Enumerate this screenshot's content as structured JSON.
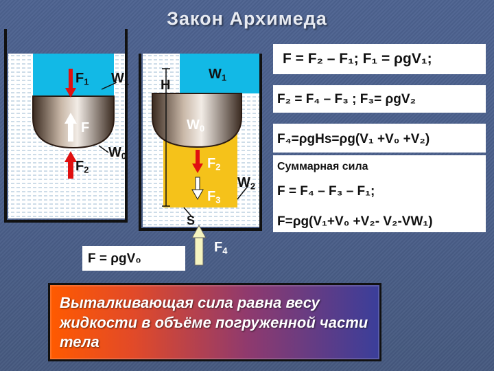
{
  "title": "Закон Архимеда",
  "labels": {
    "left_F1": "F",
    "left_F1_sub": "1",
    "left_W1": "W",
    "left_W1_sub": "1",
    "left_F": "F",
    "left_F2": "F",
    "left_F2_sub": "2",
    "left_W0": "W",
    "left_W0_sub": "0",
    "right_H": "H",
    "right_W1": "W",
    "right_W1_sub": "1",
    "right_W0": "W",
    "right_W0_sub": "0",
    "right_F2": "F",
    "right_F2_sub": "2",
    "right_F3": "F",
    "right_F3_sub": "3",
    "right_W2": "W",
    "right_W2_sub": "2",
    "right_S": "S",
    "right_F4": "F",
    "right_F4_sub": "4"
  },
  "formula_left": "F = ρgV₀",
  "formulas": {
    "line1": "F = F₂ – F₁;  F₁ = ρgV₁;",
    "line2": "F₂ = F₄ – F₃ ; F₃= ρgV₂",
    "line3": "F₄=ρgHs=ρg(V₁ +V₀ +V₂)",
    "sum_title": "Суммарная сила",
    "line4": "F  = F₄ – F₃ – F₁;",
    "line5": "F=ρg(V₁+V₀ +V₂- V₂-VW₁)"
  },
  "note": "Выталкивающая сила равна весу жидкости в объёме погруженной части тела",
  "colors": {
    "water_cyan": "#12b9e6",
    "liquid_yellow": "#f5c21a",
    "arrow_red": "#e01010",
    "arrow_white": "#ffffff",
    "arrow_yellow_fill": "#f6f4c0"
  }
}
